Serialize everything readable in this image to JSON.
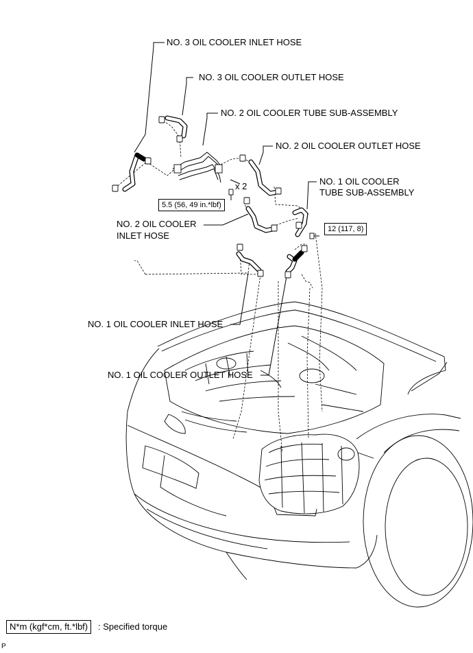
{
  "labels": {
    "no3_inlet_hose": "NO. 3 OIL COOLER INLET HOSE",
    "no3_outlet_hose": "NO. 3 OIL COOLER OUTLET HOSE",
    "no2_tube_sub_assembly": "NO. 2 OIL COOLER TUBE SUB-ASSEMBLY",
    "no2_outlet_hose": "NO. 2 OIL COOLER OUTLET HOSE",
    "no1_tube_line1": "NO. 1 OIL COOLER",
    "no1_tube_line2": "TUBE SUB-ASSEMBLY",
    "no2_inlet_line1": "NO. 2 OIL COOLER",
    "no2_inlet_line2": "INLET HOSE",
    "no1_inlet_hose": "NO. 1 OIL COOLER INLET HOSE",
    "no1_outlet_hose": "NO. 1 OIL COOLER OUTLET HOSE",
    "quantity": "x 2"
  },
  "torque_specs": {
    "bolt_small": "5.5 (56, 49 in.*lbf)",
    "bolt_large": "12 (117, 8)"
  },
  "legend": {
    "unit_box": "N*m (kgf*cm, ft.*lbf)",
    "description": ": Specified torque"
  },
  "footer_code": "P"
}
